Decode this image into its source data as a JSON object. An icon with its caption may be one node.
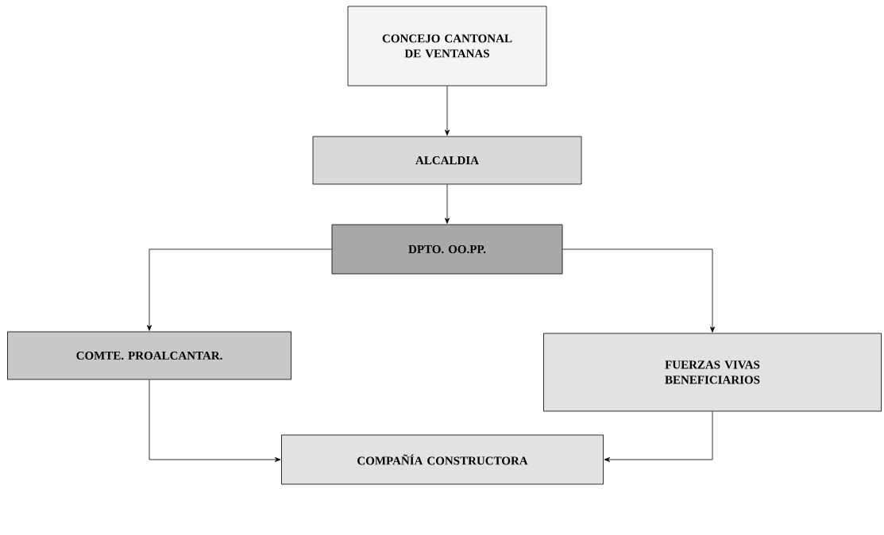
{
  "diagram": {
    "nodes": [
      {
        "text": [
          "CONCEJO CANTONAL DE VENTANAS"
        ]
      },
      {
        "text": [
          "ALCALDIA"
        ]
      },
      {
        "text": [
          "DPTO. OO.PP."
        ]
      },
      {
        "text": [
          "COMTE. PROALCANTAR."
        ]
      },
      {
        "text": [
          "FUERZAS VIVAS BENEFICIARIOS"
        ]
      },
      {
        "text": [
          "COMPAÑÍA CONSTRUCTORA"
        ]
      }
    ],
    "edges": [
      {
        "from": 0,
        "to": 1,
        "arrow": "to"
      },
      {
        "from": 1,
        "to": 2,
        "arrow": "to"
      },
      {
        "from": 2,
        "to": 3,
        "arrow": "to"
      },
      {
        "from": 2,
        "to": 4,
        "arrow": "to"
      },
      {
        "from": 3,
        "to": 5,
        "arrow": "to"
      },
      {
        "from": 4,
        "to": 5,
        "arrow": "to"
      }
    ]
  }
}
